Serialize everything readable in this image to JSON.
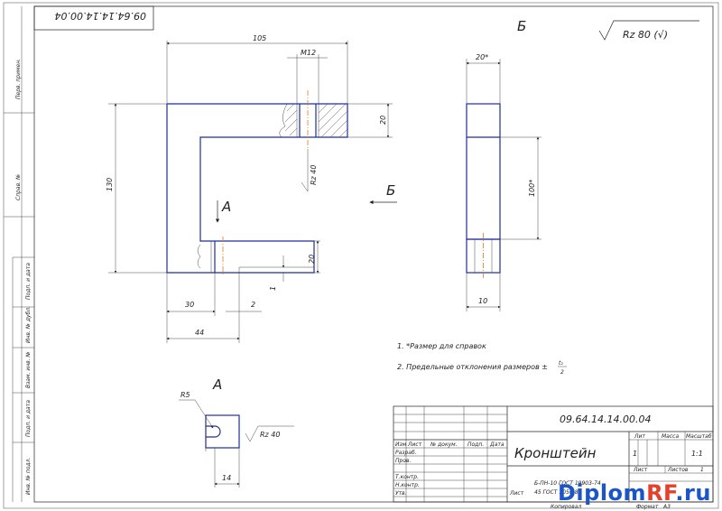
{
  "drawing": {
    "number_rotated": "09.64.14.14.00.04",
    "number_stamp": "09.64.14.14.00.04",
    "surface_note": "Rz 80 (√)",
    "view_b_title": "Б",
    "view_b_arrow_label": "Б",
    "view_a_arrow_label": "А",
    "section_a_title": "А",
    "part_name": "Кронштейн"
  },
  "dimensions": {
    "width_105": "105",
    "thread_m12": "M12",
    "height_130": "130",
    "thick_20_top": "20",
    "thick_20_bottom": "20",
    "rough_rz40": "Rz 40",
    "dim_30": "30",
    "dim_2": "2",
    "dim_44": "44",
    "dim_1": "1",
    "view_b_20": "20*",
    "view_b_100": "100*",
    "view_b_10": "10",
    "section_r5": "R5",
    "section_rz40": "Rz 40",
    "section_14": "14"
  },
  "notes": [
    "1. *Размер для справок",
    "2. Предельные отклонения размеров ±"
  ],
  "note_fraction": {
    "num": "t₂",
    "den": "2"
  },
  "title_block": {
    "headers": [
      "Изм",
      "Лист",
      "№ докум.",
      "Подп.",
      "Дата"
    ],
    "roles": [
      "Разраб.",
      "Пров.",
      "Т.контр.",
      "Н.контр.",
      "Утв."
    ],
    "lit_label": "Лит",
    "mass_label": "Масса",
    "scale_label": "Масштаб",
    "lit_value": "1",
    "mass_value": "",
    "scale_value": "1:1",
    "sheet_label": "Лист",
    "sheets_label": "Листов",
    "sheets_value": "1",
    "material_text": "Б-ПН-10 ГОСТ 19903-74",
    "material_text2": "45 ГОСТ 1050-88",
    "copied_label": "Копировал",
    "format_label": "Формат",
    "format_value": "А3",
    "list_side_label": "Лист"
  },
  "sidebar_labels": [
    "Перв. примен.",
    "Справ. №",
    "Подп. и дата",
    "Инв. № дубл.",
    "Взам. инв. №",
    "Подп. и дата",
    "Инв. № подл."
  ],
  "watermark": {
    "part1": "Diplom",
    "part2": "RF",
    "part3": ".ru"
  }
}
